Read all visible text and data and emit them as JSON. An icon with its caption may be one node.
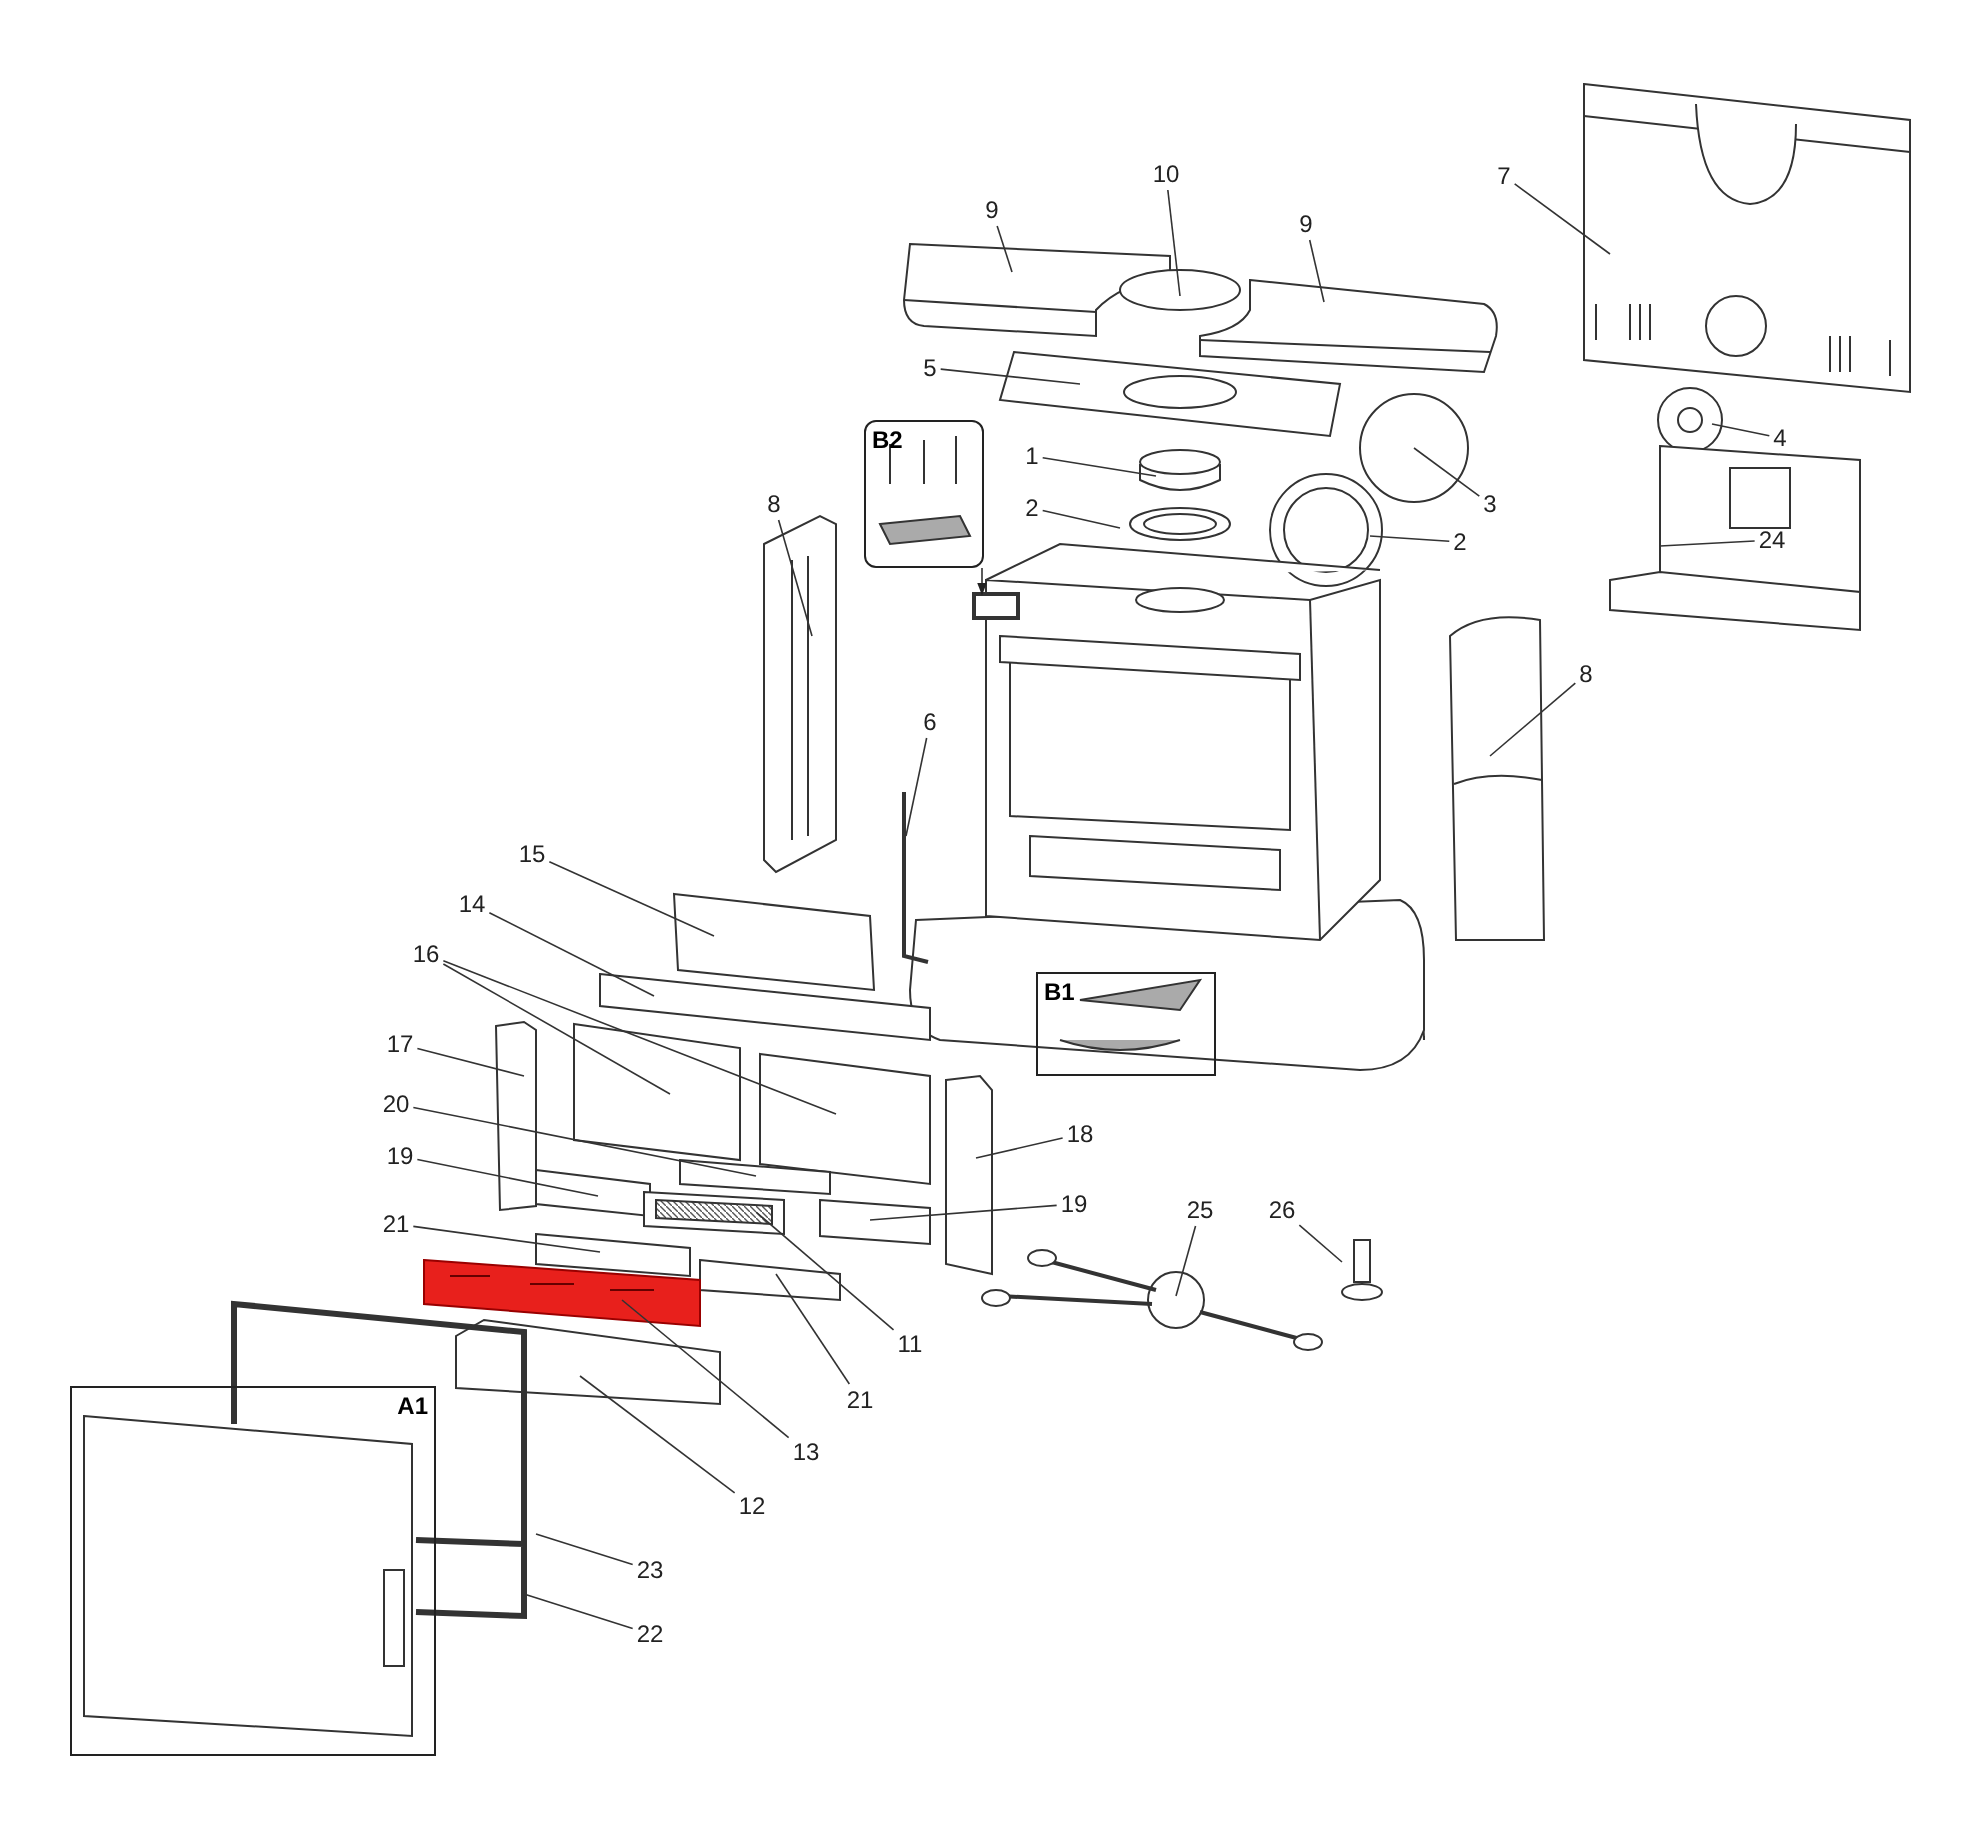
{
  "diagram": {
    "nodes": [
      {
        "text": [
          "9"
        ]
      },
      {
        "text": [
          "10"
        ]
      },
      {
        "text": [
          "9"
        ]
      },
      {
        "text": [
          "7"
        ]
      },
      {
        "text": [
          "5"
        ]
      },
      {
        "text": [
          "B2"
        ]
      },
      {
        "text": [
          "1"
        ]
      },
      {
        "text": [
          "4"
        ]
      },
      {
        "text": [
          "3"
        ]
      },
      {
        "text": [
          "2"
        ]
      },
      {
        "text": [
          "2"
        ]
      },
      {
        "text": [
          "24"
        ]
      },
      {
        "text": [
          "8"
        ]
      },
      {
        "text": [
          "8"
        ]
      },
      {
        "text": [
          "6"
        ]
      },
      {
        "text": [
          "15"
        ]
      },
      {
        "text": [
          "14"
        ]
      },
      {
        "text": [
          "B1"
        ]
      },
      {
        "text": [
          "16"
        ]
      },
      {
        "text": [
          "17"
        ]
      },
      {
        "text": [
          "20"
        ]
      },
      {
        "text": [
          "18"
        ]
      },
      {
        "text": [
          "19"
        ]
      },
      {
        "text": [
          "19"
        ]
      },
      {
        "text": [
          "25"
        ]
      },
      {
        "text": [
          "26"
        ]
      },
      {
        "text": [
          "21"
        ]
      },
      {
        "text": [
          "11"
        ]
      },
      {
        "text": [
          "21"
        ]
      },
      {
        "text": [
          "13"
        ]
      },
      {
        "text": [
          "12"
        ]
      },
      {
        "text": [
          "A1"
        ]
      },
      {
        "text": [
          "23"
        ]
      },
      {
        "text": [
          "22"
        ]
      }
    ],
    "edges": [
      {
        "from": 0,
        "to": null,
        "arrow": "none"
      },
      {
        "from": 1,
        "to": null,
        "arrow": "none"
      },
      {
        "from": 2,
        "to": null,
        "arrow": "none"
      },
      {
        "from": 3,
        "to": null,
        "arrow": "none"
      },
      {
        "from": 4,
        "to": null,
        "arrow": "none"
      },
      {
        "from": 5,
        "to": null,
        "arrow": "to"
      },
      {
        "from": 6,
        "to": null,
        "arrow": "none"
      },
      {
        "from": 7,
        "to": null,
        "arrow": "none"
      },
      {
        "from": 8,
        "to": null,
        "arrow": "none"
      },
      {
        "from": 9,
        "to": null,
        "arrow": "none"
      },
      {
        "from": 10,
        "to": null,
        "arrow": "none"
      },
      {
        "from": 11,
        "to": null,
        "arrow": "none"
      },
      {
        "from": 12,
        "to": null,
        "arrow": "none"
      },
      {
        "from": 13,
        "to": null,
        "arrow": "none"
      },
      {
        "from": 14,
        "to": null,
        "arrow": "none"
      },
      {
        "from": 15,
        "to": null,
        "arrow": "none"
      },
      {
        "from": 16,
        "to": null,
        "arrow": "none"
      },
      {
        "from": 18,
        "to": null,
        "arrow": "none"
      },
      {
        "from": 18,
        "to": null,
        "arrow": "none"
      },
      {
        "from": 19,
        "to": null,
        "arrow": "none"
      },
      {
        "from": 20,
        "to": null,
        "arrow": "none"
      },
      {
        "from": 21,
        "to": null,
        "arrow": "none"
      },
      {
        "from": 22,
        "to": null,
        "arrow": "none"
      },
      {
        "from": 23,
        "to": null,
        "arrow": "none"
      },
      {
        "from": 24,
        "to": null,
        "arrow": "none"
      },
      {
        "from": 25,
        "to": null,
        "arrow": "none"
      },
      {
        "from": 26,
        "to": null,
        "arrow": "none"
      },
      {
        "from": 27,
        "to": null,
        "arrow": "none"
      },
      {
        "from": 28,
        "to": null,
        "arrow": "none"
      },
      {
        "from": 29,
        "to": null,
        "arrow": "none"
      },
      {
        "from": 30,
        "to": null,
        "arrow": "none"
      },
      {
        "from": 32,
        "to": null,
        "arrow": "none"
      },
      {
        "from": 33,
        "to": null,
        "arrow": "none"
      }
    ]
  }
}
